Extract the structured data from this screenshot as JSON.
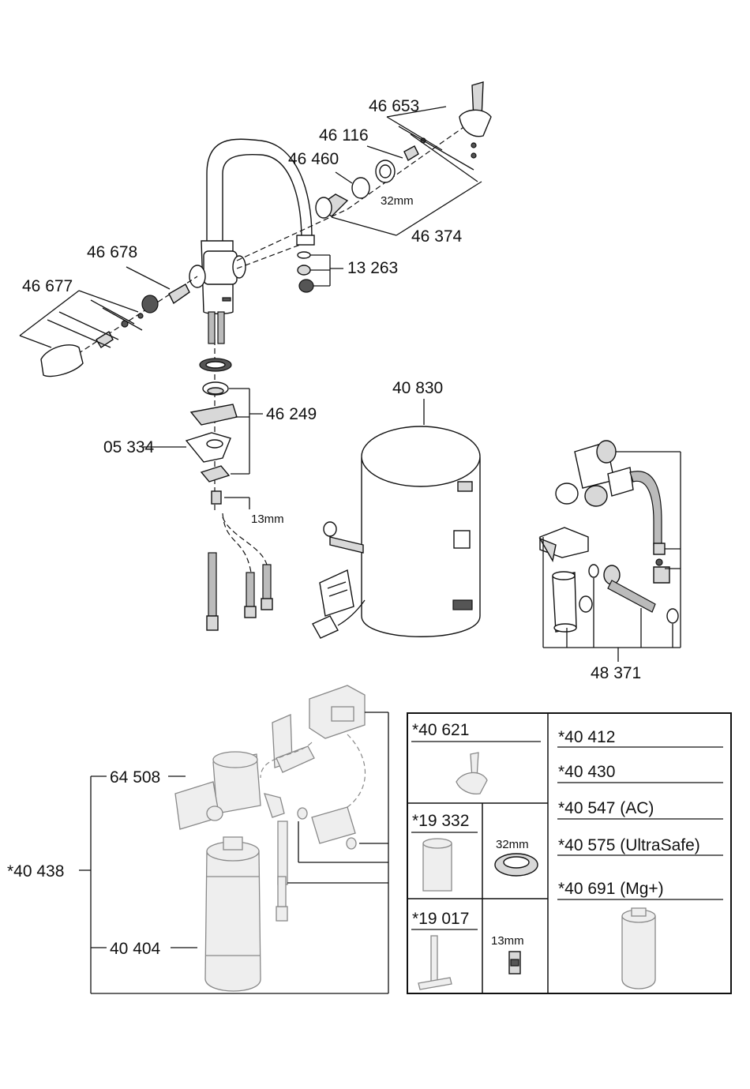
{
  "parts": {
    "p46653": "46 653",
    "p46116": "46 116",
    "p46460": "46 460",
    "p46374": "46 374",
    "p13263": "13 263",
    "p46678": "46 678",
    "p46677": "46 677",
    "p46249": "46 249",
    "p05334": "05 334",
    "p40830": "40 830",
    "p48371": "48 371",
    "p64508": "64 508",
    "p40438": "*40 438",
    "p40404": "40 404"
  },
  "sizes": {
    "s32": "32mm",
    "s13": "13mm"
  },
  "table": {
    "a40621": "*40 621",
    "a19332": "*19 332",
    "a19017": "*19 017",
    "a40412": "*40 412",
    "a40430": "*40 430",
    "a40547": "*40 547 (AC)",
    "a40575": "*40 575 (UltraSafe)",
    "a40691": "*40 691 (Mg+)",
    "s32": "32mm",
    "s13": "13mm"
  }
}
